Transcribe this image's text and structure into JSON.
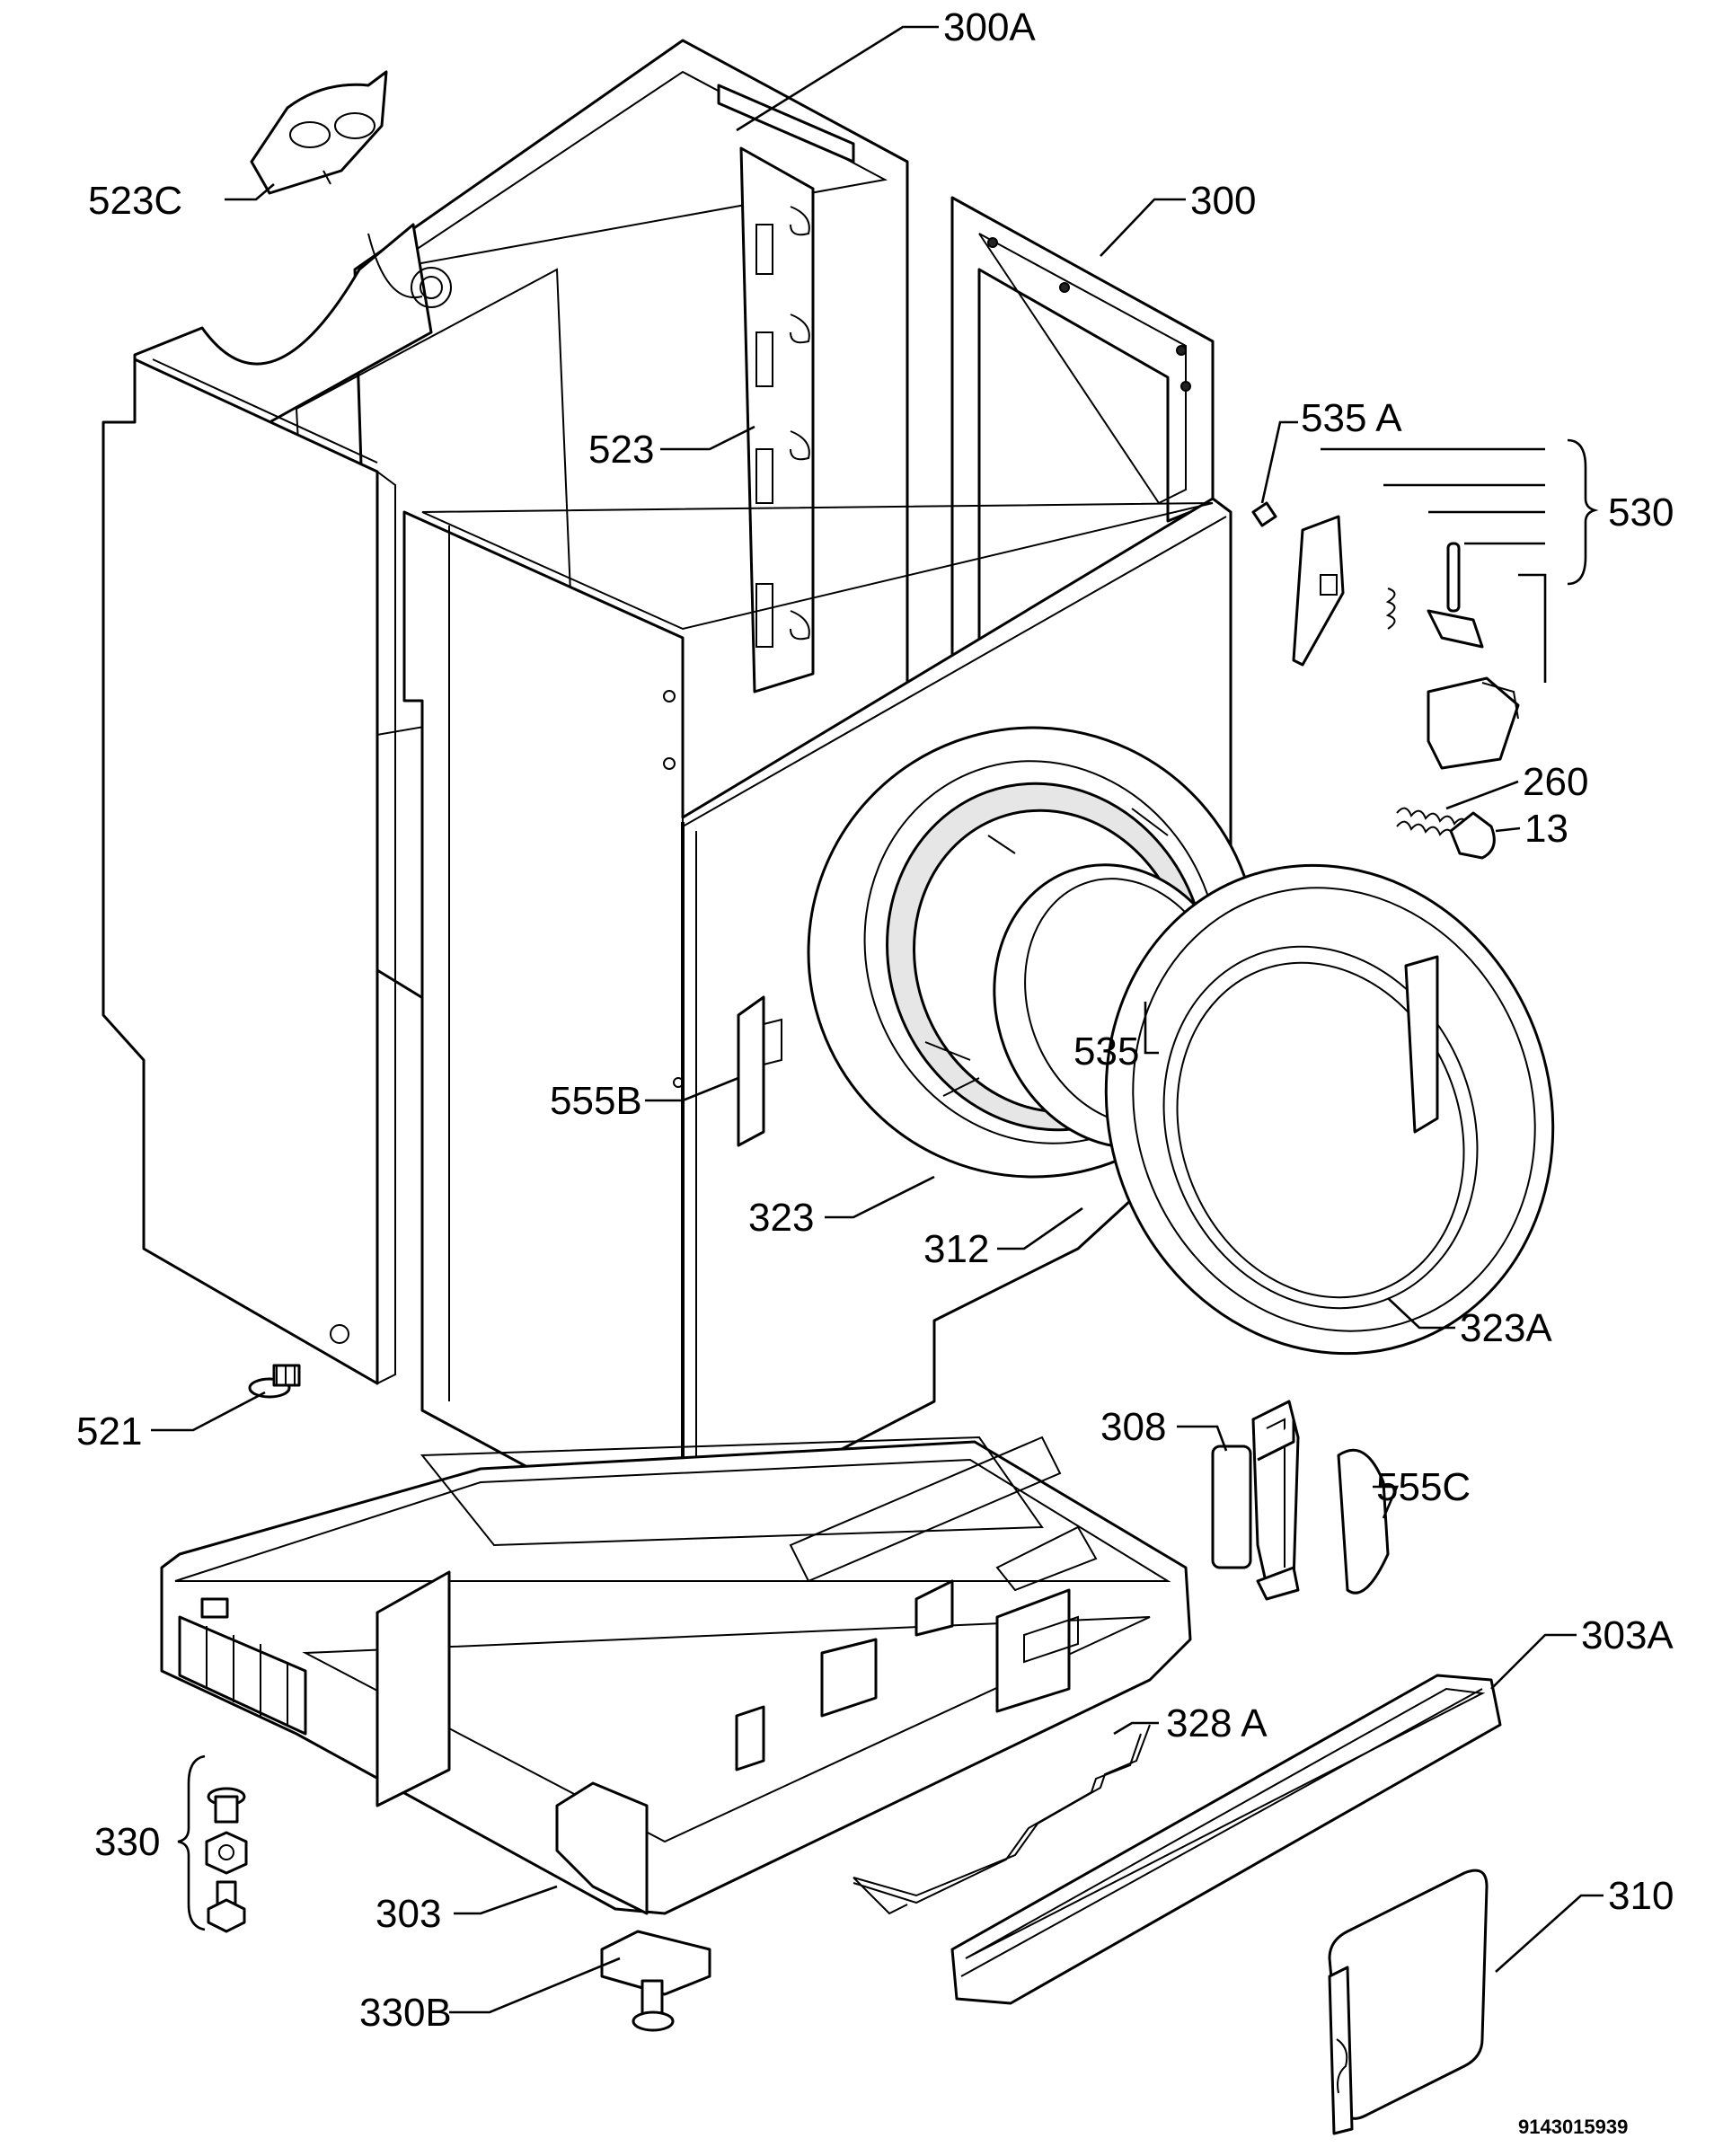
{
  "labels": {
    "p300A": "300A",
    "p523C": "523C",
    "p300": "300",
    "p523": "523",
    "p535A": "535 A",
    "p530": "530",
    "p260": "260",
    "p13": "13",
    "p535": "535",
    "p555B": "555B",
    "p323": "323",
    "p312": "312",
    "p323A": "323A",
    "p521": "521",
    "p308": "308",
    "p555C": "555C",
    "p328A": "328 A",
    "p303A": "303A",
    "p330": "330",
    "p303": "303",
    "p310": "310",
    "p330B": "330B"
  },
  "document_code": "9143015939"
}
